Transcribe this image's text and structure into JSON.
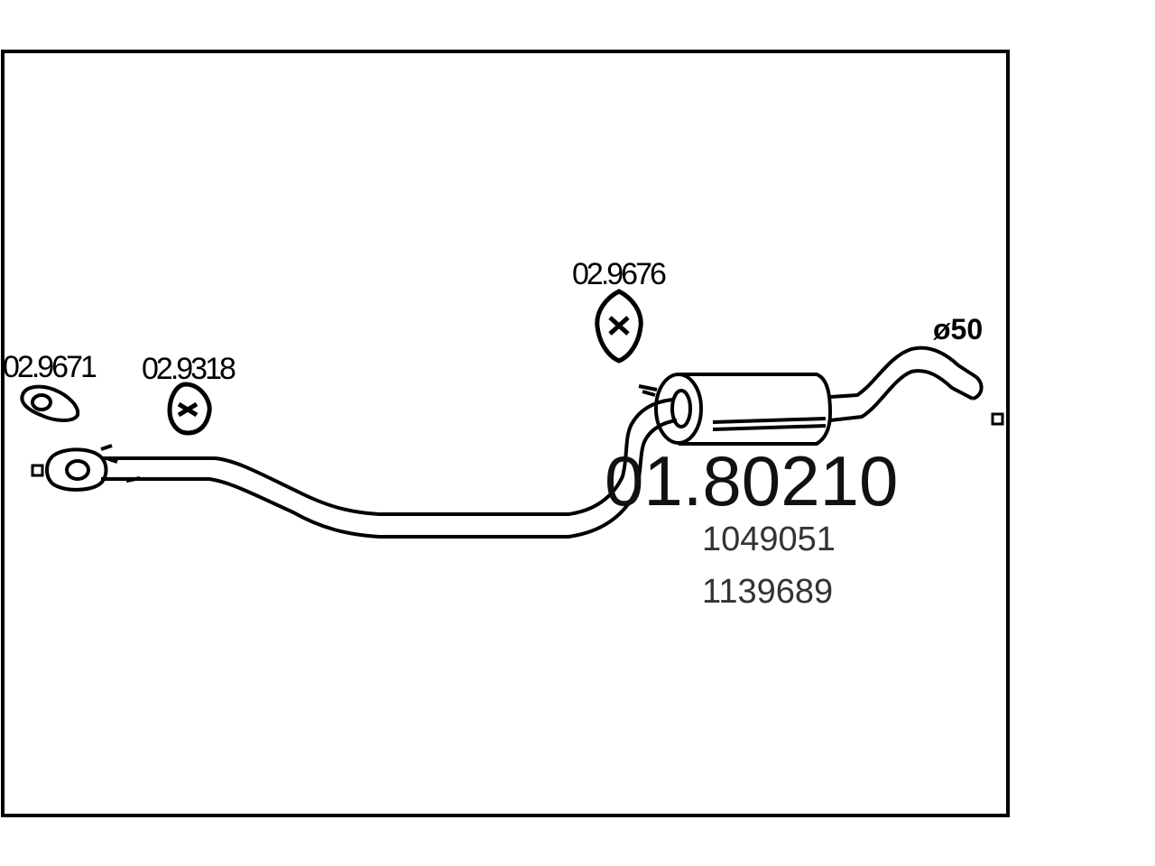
{
  "diagram": {
    "part_number": "01.80210",
    "oe_numbers": [
      "1049051",
      "1139689"
    ],
    "diameter_label": "ø50",
    "accessories": {
      "gasket": "02.9671",
      "rubber_mount_front": "02.9318",
      "rubber_mount_rear": "02.9676"
    },
    "line_color": "#000000",
    "background_color": "#ffffff"
  }
}
